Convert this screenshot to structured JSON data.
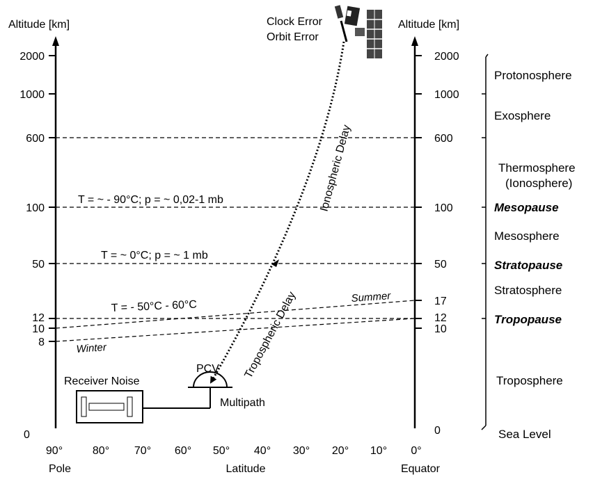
{
  "left_axis": {
    "title": "Altitude  [km]",
    "ticks": [
      "2000",
      "1000",
      "600",
      "100",
      "50",
      "12",
      "10",
      "8",
      "0"
    ]
  },
  "right_axis": {
    "title": "Altitude  [km]",
    "ticks": [
      "2000",
      "1000",
      "600",
      "100",
      "50",
      "17",
      "12",
      "10",
      "0"
    ]
  },
  "x_axis": {
    "ticks": [
      "90°",
      "80°",
      "70°",
      "60°",
      "50°",
      "40°",
      "30°",
      "20°",
      "10°",
      "0°"
    ],
    "pole_label": "Pole",
    "latitude_label": "Latitude",
    "equator_label": "Equator"
  },
  "layers": {
    "protonosphere": "Protonosphere",
    "exosphere": "Exosphere",
    "thermosphere": "Thermosphere",
    "ionosphere": "(Ionosphere)",
    "mesopause": "Mesopause",
    "mesosphere": "Mesosphere",
    "stratopause": "Stratopause",
    "stratosphere": "Stratosphere",
    "tropopause": "Tropopause",
    "troposphere": "Troposphere",
    "sea_level": "Sea Level"
  },
  "annotations": {
    "mesopause_conditions": "T = ~ - 90°C; p = ~ 0,02-1 mb",
    "stratopause_conditions": "T = ~ 0°C; p = ~ 1 mb",
    "tropopause_conditions": "T = - 50°C - 60°C",
    "summer": "Summer",
    "winter": "Winter",
    "ionospheric_delay": "Ionospheric Delay",
    "tropospheric_delay": "Tropospheric Delay",
    "clock_error": "Clock Error",
    "orbit_error": "Orbit Error",
    "receiver_noise": "Receiver Noise",
    "pcv": "PCV",
    "multipath": "Multipath"
  },
  "icons": {
    "satellite": "satellite-icon",
    "receiver": "receiver-icon",
    "antenna": "antenna-icon"
  }
}
